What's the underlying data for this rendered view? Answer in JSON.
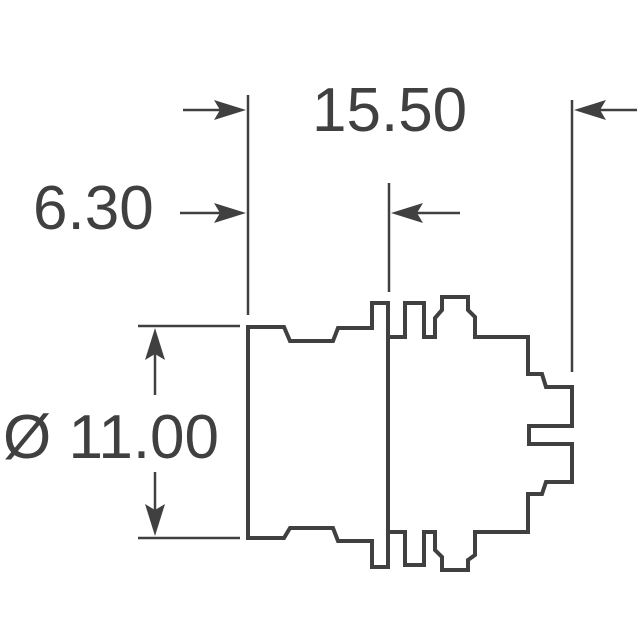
{
  "dimensions": {
    "overall_length": "15.50",
    "flange_offset": "6.30",
    "diameter": "Ø 11.00"
  },
  "colors": {
    "line": "#404041",
    "background": "#ffffff"
  }
}
